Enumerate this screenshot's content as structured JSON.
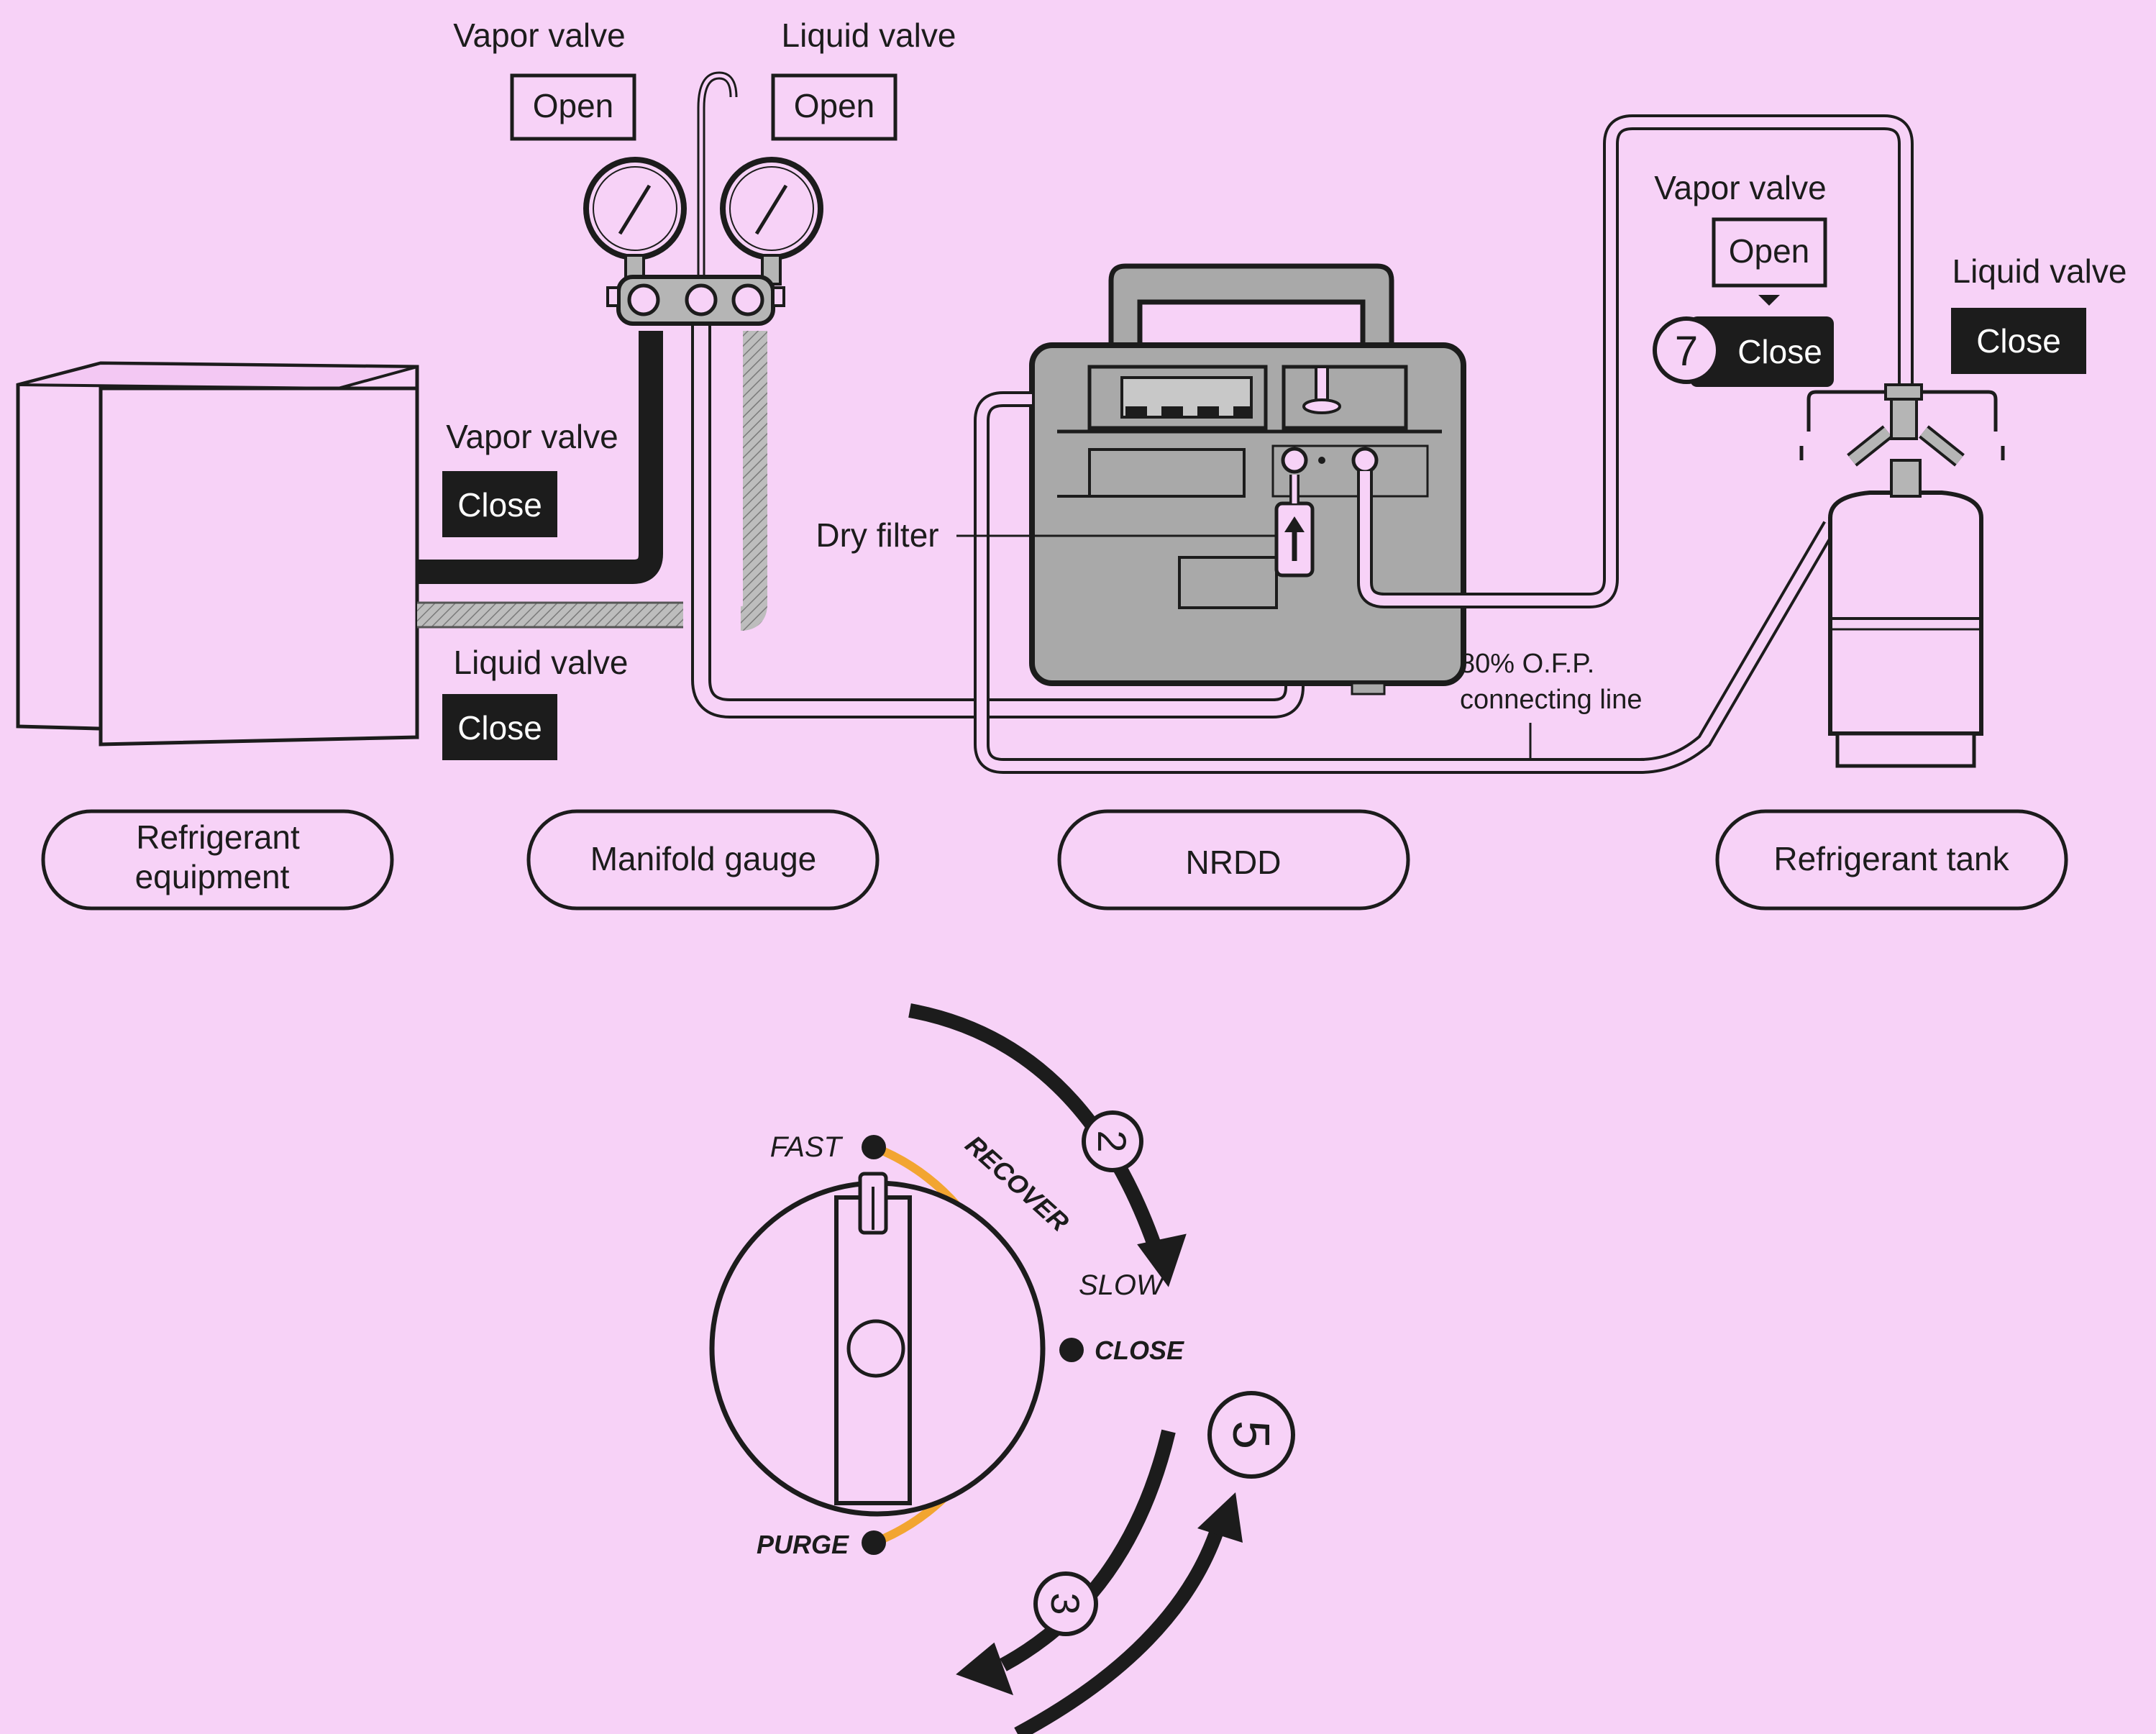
{
  "manifold_top": {
    "vapor_label": "Vapor valve",
    "vapor_state": "Open",
    "liquid_label": "Liquid valve",
    "liquid_state": "Open"
  },
  "equipment": {
    "vapor_label": "Vapor valve",
    "vapor_state": "Close",
    "liquid_label": "Liquid valve",
    "liquid_state": "Close"
  },
  "dry_filter_label": "Dry filter",
  "ofp_line": [
    "80% O.F.P.",
    "connecting line"
  ],
  "tank_valves": {
    "vapor_label": "Vapor valve",
    "vapor_open": "Open",
    "step": "7",
    "vapor_close": "Close",
    "liquid_label": "Liquid valve",
    "liquid_state": "Close"
  },
  "components": {
    "refrigerant_equipment": [
      "Refrigerant",
      "equipment"
    ],
    "manifold_gauge": "Manifold gauge",
    "nrdd": "NRDD",
    "refrigerant_tank": "Refrigerant tank"
  },
  "knob": {
    "fast": "FAST",
    "recover": "RECOVER",
    "slow": "SLOW",
    "close": "CLOSE",
    "purge": "PURGE",
    "steps": [
      "2",
      "5",
      "3"
    ]
  },
  "colors": {
    "background": "#f7d2f7",
    "ink": "#1c1c1c",
    "machine_fill": "#a9a9a9",
    "hose_fill": "#b5b5b5",
    "arc_orange": "#f2a531"
  }
}
